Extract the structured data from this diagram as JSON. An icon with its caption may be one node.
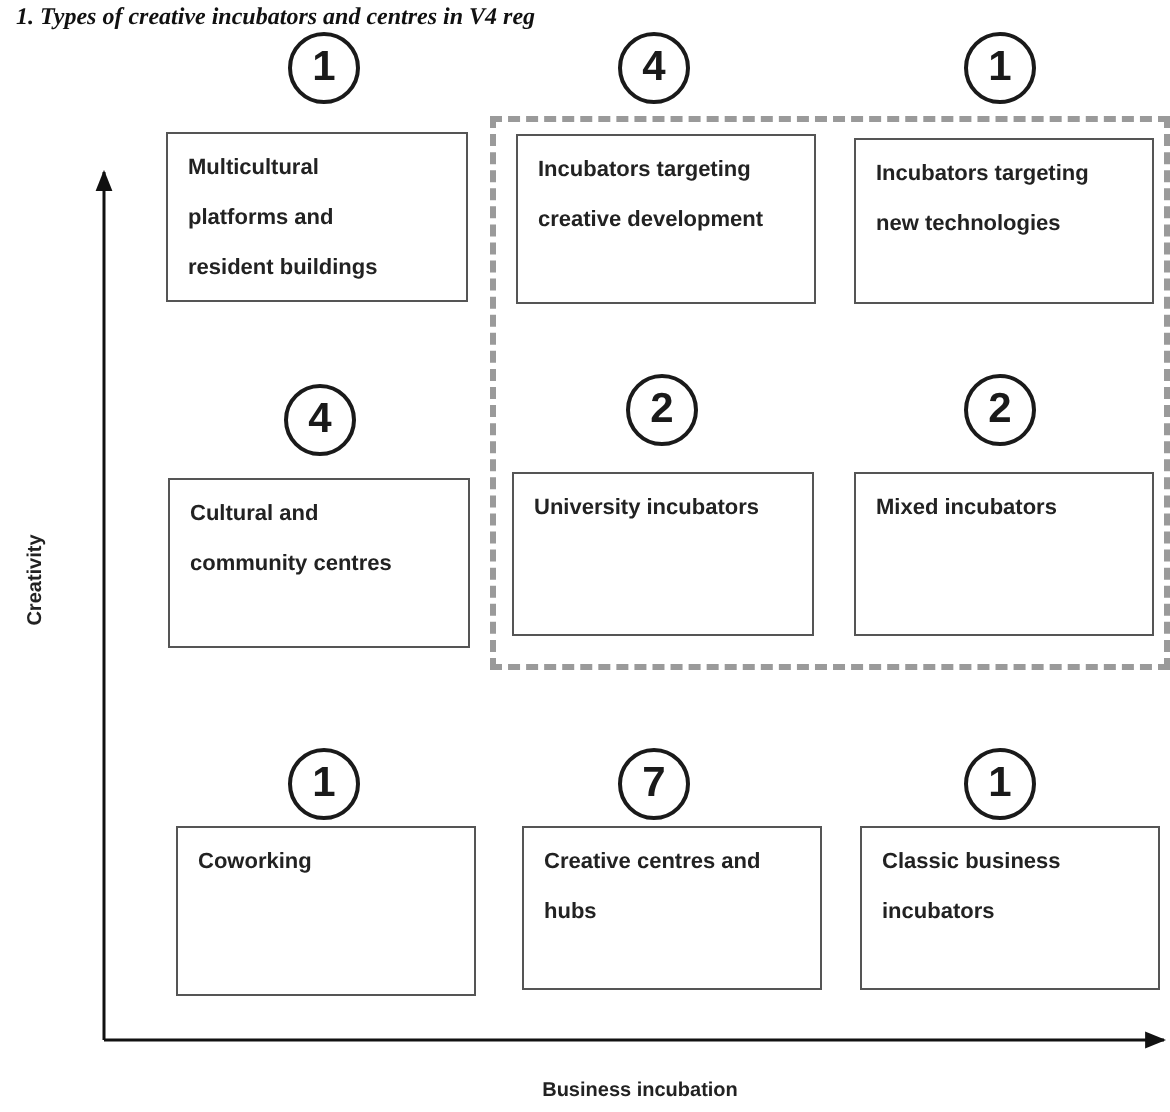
{
  "diagram": {
    "title": "1. Types of creative incubators and centres in V4 reg",
    "nodes": [
      {
        "text": [],
        "shape": "box"
      },
      {
        "text": [
          "1"
        ]
      },
      {
        "text": [
          "4"
        ]
      },
      {
        "text": [
          "1"
        ]
      },
      {
        "text": [
          "Multicultural platforms and resident buildings"
        ]
      },
      {
        "text": [
          "Incubators targeting creative development"
        ],
        "in": 0
      },
      {
        "text": [
          "Incubators targeting new technologies"
        ],
        "in": 0
      },
      {
        "text": [
          "4"
        ]
      },
      {
        "text": [
          "2"
        ],
        "in": 0
      },
      {
        "text": [
          "2"
        ],
        "in": 0
      },
      {
        "text": [
          "Cultural and community centres"
        ]
      },
      {
        "text": [
          "University incubators"
        ],
        "in": 0
      },
      {
        "text": [
          "Mixed incubators"
        ],
        "in": 0
      },
      {
        "text": [
          "1"
        ]
      },
      {
        "text": [
          "7"
        ]
      },
      {
        "text": [
          "1"
        ]
      },
      {
        "text": [
          "Coworking"
        ]
      },
      {
        "text": [
          "Creative centres and hubs"
        ]
      },
      {
        "text": [
          "Classic business incubators"
        ]
      }
    ],
    "labels": [
      "Creativity",
      "Business incubation"
    ]
  }
}
